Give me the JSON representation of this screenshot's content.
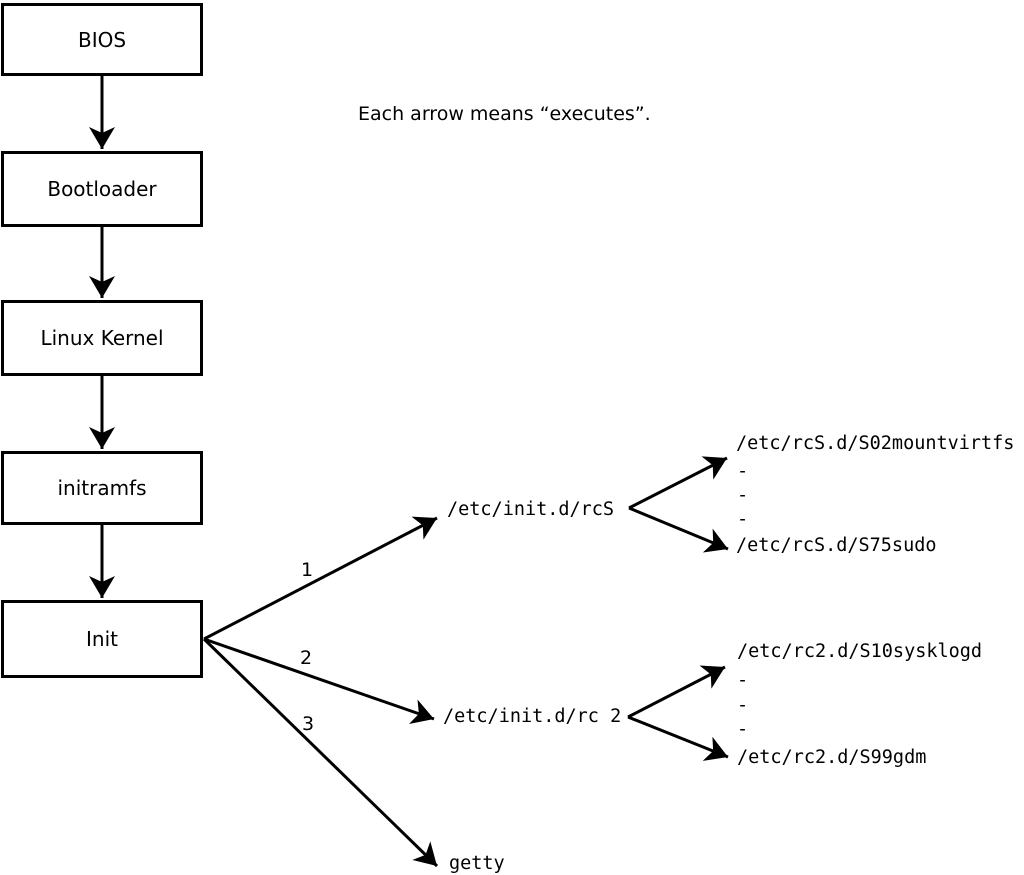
{
  "caption": "Each arrow means “executes”.",
  "chain": [
    {
      "label": "BIOS"
    },
    {
      "label": "Bootloader"
    },
    {
      "label": "Linux Kernel"
    },
    {
      "label": "initramfs"
    },
    {
      "label": "Init"
    }
  ],
  "branches": [
    {
      "order": "1",
      "target": "/etc/init.d/rcS",
      "children": [
        "/etc/rcS.d/S02mountvirtfs",
        "-",
        "-",
        "-",
        "/etc/rcS.d/S75sudo"
      ]
    },
    {
      "order": "2",
      "target": "/etc/init.d/rc 2",
      "children": [
        "/etc/rc2.d/S10sysklogd",
        "-",
        "-",
        "-",
        "/etc/rc2.d/S99gdm"
      ]
    },
    {
      "order": "3",
      "target": "getty",
      "children": []
    }
  ],
  "colors": {
    "line": "#000000",
    "background": "#ffffff"
  }
}
